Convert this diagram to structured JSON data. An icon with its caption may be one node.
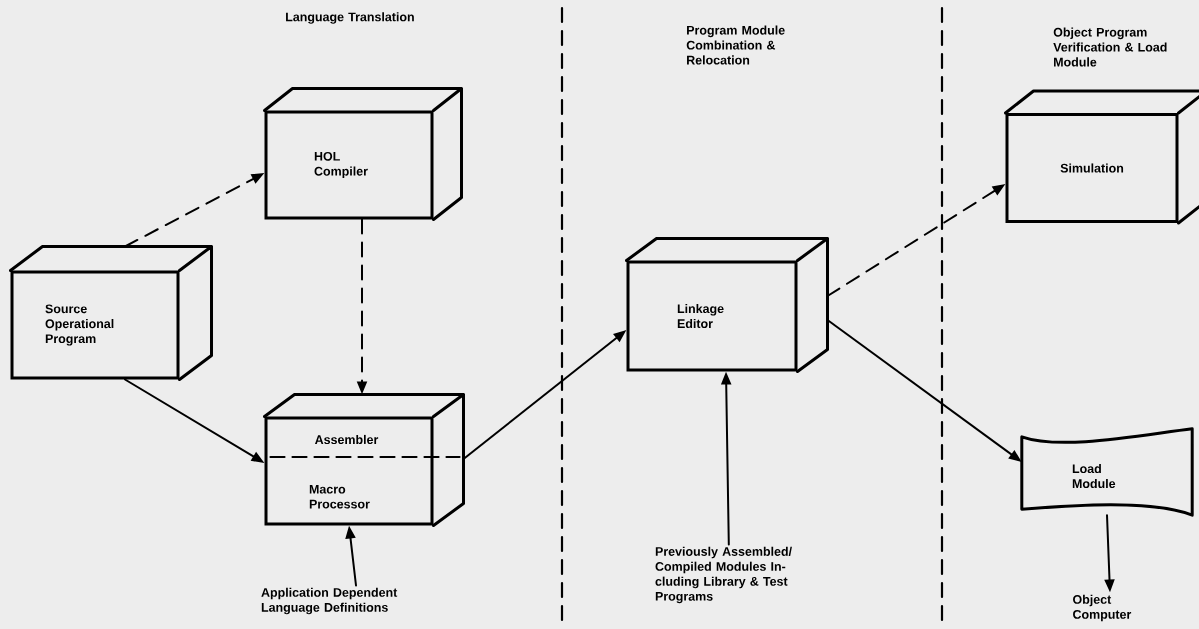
{
  "diagram": {
    "nodes": [
      {
        "text": [
          "Source Operational Program"
        ]
      },
      {
        "text": [
          "HOL Compiler"
        ]
      },
      {
        "text": [
          "Assembler",
          "Macro Processor"
        ]
      },
      {
        "text": [
          "Application Dependent Language Definitions"
        ]
      },
      {
        "text": [
          "Linkage Editor"
        ]
      },
      {
        "text": [
          "Previously Assembled/ Compiled Modules In- cluding Library & Test Programs"
        ]
      },
      {
        "text": [
          "Simulation"
        ]
      },
      {
        "text": [
          "Load Module"
        ]
      },
      {
        "text": [
          "Object Computer"
        ]
      }
    ],
    "edges": [
      {
        "from": 0,
        "to": 1,
        "arrow": "to",
        "style": "dashed"
      },
      {
        "from": 0,
        "to": 2,
        "arrow": "to"
      },
      {
        "from": 1,
        "to": 2,
        "arrow": "to",
        "style": "dashed"
      },
      {
        "from": 3,
        "to": 2,
        "arrow": "to"
      },
      {
        "from": 2,
        "to": 4,
        "arrow": "to"
      },
      {
        "from": 5,
        "to": 4,
        "arrow": "to"
      },
      {
        "from": 4,
        "to": 6,
        "arrow": "to",
        "style": "dashed"
      },
      {
        "from": 4,
        "to": 7,
        "arrow": "to"
      },
      {
        "from": 7,
        "to": 8,
        "arrow": "to"
      }
    ],
    "labels": [
      "Language Translation",
      "Program Module Combination & Relocation",
      "Object Program Verification & Load Module"
    ]
  }
}
